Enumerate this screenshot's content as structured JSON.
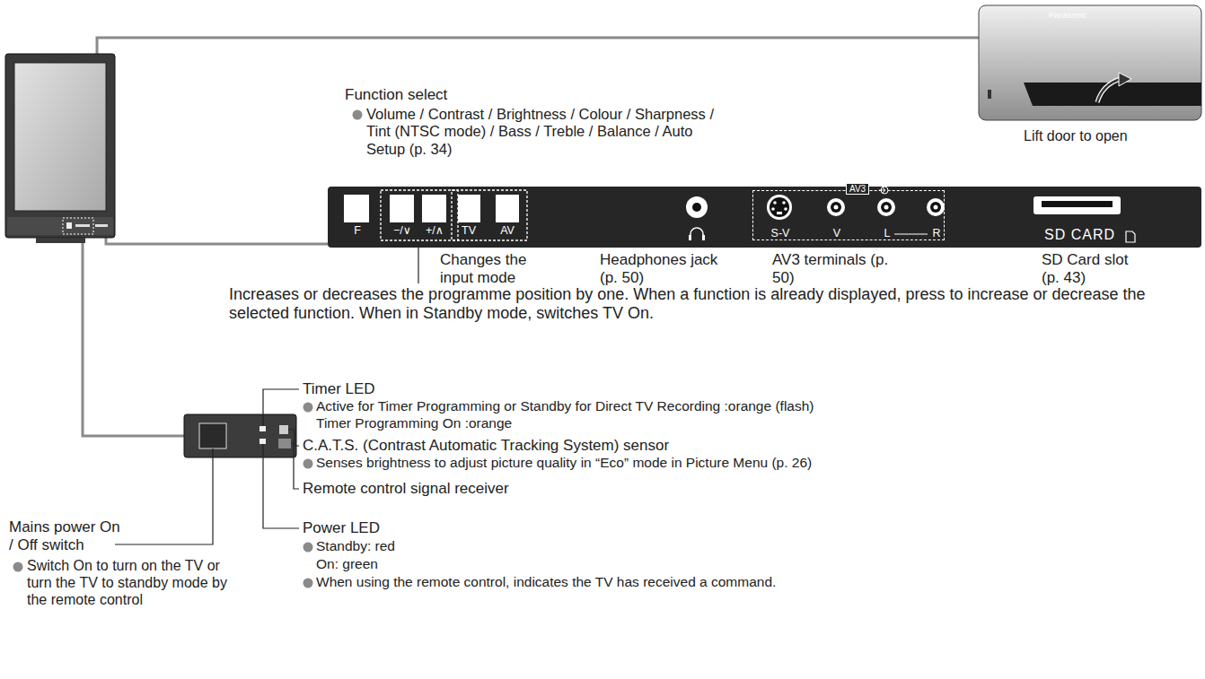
{
  "diagram": {
    "nodes": [
      {
        "text": [
          "F",
          "−/∨",
          "+/∧",
          "TV",
          "AV",
          "SD CARD"
        ]
      },
      {
        "text": [
          "AV3",
          "S-V",
          "V",
          "L",
          "R"
        ],
        "in": 0
      }
    ],
    "labels": [
      "Panasonic",
      "Function select",
      "Volume / Contrast / Brightness / Colour / Sharpness / Tint (NTSC mode) / Bass / Treble / Balance / Auto Setup (p. 34)",
      "Lift door to open",
      "Changes the input mode",
      "Headphones jack (p. 50)",
      "AV3 terminals (p. 50)",
      "SD Card slot (p. 43)",
      "Increases or decreases the programme position by one. When a function is already displayed, press to increase or decrease the selected function. When in Standby mode, switches TV On.",
      "Timer LED",
      "Active for Timer Programming or Standby for Direct TV Recording :orange (flash)",
      "Timer Programming On :orange",
      "C.A.T.S. (Contrast Automatic Tracking System) sensor",
      "Senses brightness to adjust picture quality in “Eco” mode in Picture Menu (p. 26)",
      "Remote control signal receiver",
      "Mains power On / Off switch",
      "Switch On to turn on the TV or turn the TV to standby mode by the remote control",
      "Power LED",
      "Standby: red",
      "On: green",
      "When using the remote control, indicates the TV has received a command."
    ]
  }
}
